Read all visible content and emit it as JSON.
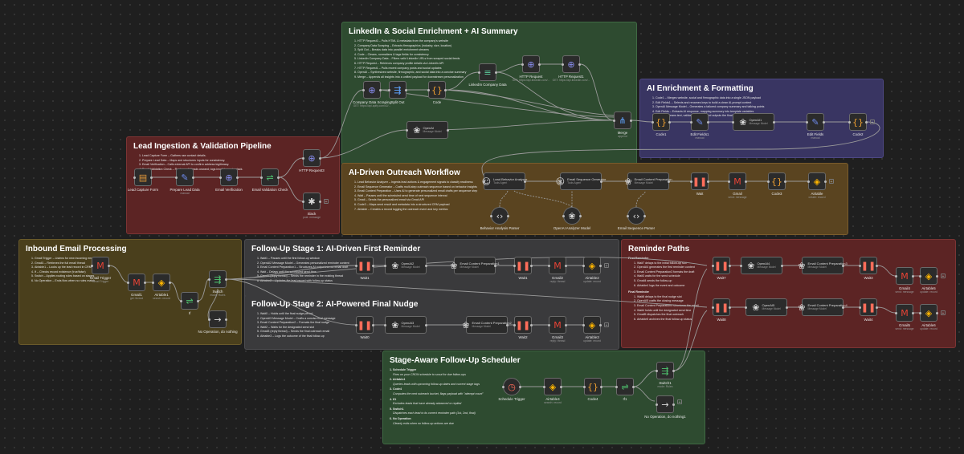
{
  "stickies": [
    {
      "id": "linkedin",
      "title": "LinkedIn & Social Enrichment + AI Summary",
      "items": [
        "HTTP Request3 – Pulls HTML & metadata from the company's website",
        "Company Data Scraping – Extracts firmographics (industry, size, location)",
        "Split Out – Breaks data into parallel enrichment streams",
        "Code – Cleans, normalizes & tags fields for consistency",
        "LinkedIn Company Data – Filters valid LinkedIn URLs from scraped social feeds",
        "HTTP Request – Retrieves company profile details via LinkedIn API",
        "HTTP Request1 – Pulls recent company posts and social updates",
        "OpenAI – Synthesizes website, firmographic, and social data into a concise summary",
        "Merge – Appends all insights into a unified payload for downstream personalization"
      ]
    },
    {
      "id": "ai_enrich",
      "title": "AI Enrichment & Formatting",
      "items": [
        "Code1 – Merges website, social and firmographic data into a single JSON payload",
        "Edit Fields1 – Selects and renames keys to build a clean AI-prompt context",
        "OpenAI Message Model – Generates a tailored company summary and talking points",
        "Edit Fields – Extracts AI response, mapping summary into template variables",
        "Code2 – Cleans text, validates schema and outputs the final enriched lead object"
      ]
    },
    {
      "id": "lead_ingest",
      "title": "Lead Ingestion & Validation Pipeline",
      "items": [
        "Lead Capture Form – Gathers raw contact details.",
        "Prepare Lead Data – Maps and structures inputs for consistency.",
        "Email Verification – Calls external API to confirm address legitimacy.",
        "Email Validation Check – Routes valid leads onward; logs invalid ones in slack."
      ]
    },
    {
      "id": "outreach",
      "title": "AI-Driven Outreach Workflow",
      "items": [
        "Lead Behavior Analyzer – Ingests lead actions & engagement signals to classify readiness",
        "Email Sequence Generator – Crafts multi-step outreach sequence based on behavior insights",
        "Email Content Preparation – Uses AI to generate personalized email drafts per sequence step",
        "Wait – Pauses until the scheduled send time of next sequence interval",
        "Gmail – Sends the personalized email via Gmail API",
        "Code3 – Maps send result and metadata into a structured CRM payload",
        "Airtable – Creates a record logging the outreach event and key metrics"
      ]
    },
    {
      "id": "inbound",
      "title": "Inbound Email Processing",
      "items": [
        "Gmail Trigger – Listens for new incoming emails",
        "Gmail1 – Retrieves the full email thread",
        "Airtable1 – Looks up the lead record in CRM",
        "If – Checks record existence (true/false)",
        "Switch – Applies routing rules based on stages",
        "No Operation – Ends flow when no rules match"
      ]
    },
    {
      "id": "followup1",
      "title": "Follow-Up Stage 1: AI-Driven First Reminder",
      "items": [
        "Wait1 – Pauses until the first follow-up window",
        "OpenAI2 Message Model – Generates personalized reminder content",
        "Email Content Preparation1 – Structures AI output into an email draft",
        "Wait – Delays until the scheduled send time",
        "Gmail2 (reply thread) – Sends the reminder in the existing thread",
        "Airtable2 – Updates the lead record with follow-up status"
      ]
    },
    {
      "id": "followup2",
      "title": "Follow-Up Stage 2: AI-Powered Final Nudge",
      "items": [
        "Wait0 – Holds until the final nudge period",
        "OpenAI3 Message Model – Crafts a concise final message",
        "Email Content Preparation2 – Formats the final nudge",
        "Wait2 – Waits for the designated send slot",
        "Gmail3 (reply thread) – Sends the final outreach email",
        "Airtable3 – Logs the outcome of the final follow-up"
      ]
    },
    {
      "id": "reminder",
      "title": "Reminder Paths",
      "sections": [
        {
          "label": "First Reminder",
          "items": [
            "Wait7 delays to the initial follow-up slot",
            "OpenAI4 generates the first reminder content",
            "Email Content Preparation3 formats the draft",
            "Wait3 waits for the send schedule",
            "Gmail4 sends the follow-up",
            "Airtable4 logs the event and outcome"
          ]
        },
        {
          "label": "Final Reminder",
          "items": [
            "Wait8 delays to the final nudge slot",
            "OpenAI5 crafts the closing message",
            "Email Content Preparation4 structures the email",
            "Wait4 holds until the designated send time",
            "Gmail5 dispatches the final outreach",
            "Airtable5 archives the final follow-up status"
          ]
        }
      ]
    },
    {
      "id": "scheduler",
      "title": "Stage-Aware Follow-Up Scheduler",
      "blocks": [
        [
          "1. Schedule Trigger",
          "Fires on your CRON schedule to scout for due follow-ups"
        ],
        [
          "2. Airtable4",
          "Queries leads with upcoming follow-up dates and current stage tags"
        ],
        [
          "3. Code4",
          "Computes the next outreach bucket, flags payload with \"attempt count\""
        ],
        [
          "4. If1",
          "Excludes leads that have already advanced or replied"
        ],
        [
          "5. Switch1",
          "Dispatches each lead to its correct reminder path (1st, 2nd, final)"
        ],
        [
          "6. No Operation",
          "Cleanly exits when no follow-up actions are due"
        ]
      ]
    }
  ],
  "nodes": [
    {
      "id": "lead_capture",
      "label": "Lead Capture Form",
      "sub": "",
      "icon": "form-icon",
      "glyph": "▤",
      "color": "#e59a3a"
    },
    {
      "id": "prepare_lead",
      "label": "Prepare Lead Data",
      "sub": "manual",
      "icon": "pencil-icon",
      "glyph": "✎",
      "color": "#6f8cf0"
    },
    {
      "id": "email_verif",
      "label": "Email Verification",
      "sub": "",
      "icon": "globe-icon",
      "glyph": "⊕",
      "color": "#8a8ef0"
    },
    {
      "id": "email_valid",
      "label": "Email Validation Check",
      "sub": "",
      "icon": "if-icon",
      "glyph": "⇌",
      "color": "#4fc36e"
    },
    {
      "id": "http3",
      "label": "HTTP Request3",
      "sub": "",
      "icon": "globe-icon",
      "glyph": "⊕",
      "color": "#8a8ef0"
    },
    {
      "id": "slack",
      "label": "Slack",
      "sub": "post: message",
      "icon": "slack-icon",
      "glyph": "✱",
      "color": "#d8d8d8"
    },
    {
      "id": "company_scrape",
      "label": "Company Data Scraping",
      "sub": "GET: https://api.apify.com/v2/...",
      "icon": "globe-icon",
      "glyph": "⊕",
      "color": "#8a8ef0"
    },
    {
      "id": "split_out",
      "label": "Split Out",
      "sub": "",
      "icon": "split-icon",
      "glyph": "⇶",
      "color": "#5fa5ff"
    },
    {
      "id": "code",
      "label": "Code",
      "sub": "",
      "icon": "code-icon",
      "glyph": "{}",
      "color": "#f0a030"
    },
    {
      "id": "linkedin_data",
      "label": "LinkedIn Company Data",
      "sub": "",
      "icon": "filter-icon",
      "glyph": "≡",
      "color": "#5fd0a0"
    },
    {
      "id": "http",
      "label": "HTTP Request",
      "sub": "GET: https://api.linkedin.com/...",
      "icon": "globe-icon",
      "glyph": "⊕",
      "color": "#8a8ef0"
    },
    {
      "id": "http1",
      "label": "HTTP Request1",
      "sub": "GET: https://api.linkedin.com/...",
      "icon": "globe-icon",
      "glyph": "⊕",
      "color": "#8a8ef0"
    },
    {
      "id": "openai",
      "label": "OpenAI",
      "sub": "Message Model",
      "icon": "openai-icon",
      "glyph": "❀",
      "color": "#dcdcdc"
    },
    {
      "id": "merge",
      "label": "Merge",
      "sub": "append",
      "icon": "merge-icon",
      "glyph": "⋔",
      "color": "#5fa5ff"
    },
    {
      "id": "code1",
      "label": "Code1",
      "sub": "",
      "icon": "code-icon",
      "glyph": "{}",
      "color": "#f0a030"
    },
    {
      "id": "edit_fields1",
      "label": "Edit Fields1",
      "sub": "manual",
      "icon": "pencil-icon",
      "glyph": "✎",
      "color": "#6f8cf0"
    },
    {
      "id": "openai1",
      "label": "OpenAI1",
      "sub": "Message Model",
      "icon": "openai-icon",
      "glyph": "❀",
      "color": "#dcdcdc"
    },
    {
      "id": "edit_fields",
      "label": "Edit Fields",
      "sub": "manual",
      "icon": "pencil-icon",
      "glyph": "✎",
      "color": "#6f8cf0"
    },
    {
      "id": "code2",
      "label": "Code2",
      "sub": "",
      "icon": "code-icon",
      "glyph": "{}",
      "color": "#f0a030"
    },
    {
      "id": "lead_behavior",
      "label": "Lead Behavior Analyzer",
      "sub": "Tools Agent",
      "icon": "robot-icon",
      "glyph": "☺",
      "color": "#dcdcdc"
    },
    {
      "id": "email_seq",
      "label": "Email Sequence Generator",
      "sub": "Tools Agent",
      "icon": "robot-icon",
      "glyph": "☺",
      "color": "#dcdcdc"
    },
    {
      "id": "email_prep",
      "label": "Email Content Preparation",
      "sub": "Message Model",
      "icon": "openai-icon",
      "glyph": "❀",
      "color": "#dcdcdc"
    },
    {
      "id": "wait",
      "label": "Wait",
      "sub": "",
      "icon": "pause-icon",
      "glyph": "❚❚",
      "color": "#ff6d5a"
    },
    {
      "id": "gmail",
      "label": "Gmail",
      "sub": "send: message",
      "icon": "gmail-icon",
      "glyph": "M",
      "color": "#ea4335"
    },
    {
      "id": "code3",
      "label": "Code3",
      "sub": "",
      "icon": "code-icon",
      "glyph": "{}",
      "color": "#f0a030"
    },
    {
      "id": "airtable",
      "label": "Airtable",
      "sub": "create: record",
      "icon": "airtable-icon",
      "glyph": "◈",
      "color": "#fcb400"
    },
    {
      "id": "behavior_parser",
      "label": "Behavior Analysis Parser",
      "sub": "",
      "icon": "parser-icon",
      "glyph": "‹›",
      "color": "#dcdcdc"
    },
    {
      "id": "openai_analyzer",
      "label": "OpenAI Analyzer Model",
      "sub": "",
      "icon": "openai-icon",
      "glyph": "❀",
      "color": "#dcdcdc"
    },
    {
      "id": "email_seq_parser",
      "label": "Email Sequence Parser",
      "sub": "",
      "icon": "parser-icon",
      "glyph": "‹›",
      "color": "#dcdcdc"
    },
    {
      "id": "gmail_trigger",
      "label": "Gmail Trigger",
      "sub": "Gmail Trigger",
      "icon": "gmail-icon",
      "glyph": "M",
      "color": "#ea4335"
    },
    {
      "id": "gmail1",
      "label": "Gmail1",
      "sub": "get: thread",
      "icon": "gmail-icon",
      "glyph": "M",
      "color": "#ea4335"
    },
    {
      "id": "airtable1",
      "label": "Airtable1",
      "sub": "search: record",
      "icon": "airtable-icon",
      "glyph": "◈",
      "color": "#fcb400"
    },
    {
      "id": "if",
      "label": "If",
      "sub": "",
      "icon": "if-icon",
      "glyph": "⇌",
      "color": "#4fc36e"
    },
    {
      "id": "switch",
      "label": "Switch",
      "sub": "mode: Rules",
      "icon": "switch-icon",
      "glyph": "⇶",
      "color": "#4fc36e"
    },
    {
      "id": "noop",
      "label": "No Operation, do nothing",
      "sub": "",
      "icon": "arrow-right-icon",
      "glyph": "→",
      "color": "#dcdcdc"
    },
    {
      "id": "wait1",
      "label": "Wait1",
      "sub": "",
      "icon": "pause-icon",
      "glyph": "❚❚",
      "color": "#ff6d5a"
    },
    {
      "id": "openai2",
      "label": "OpenAI2",
      "sub": "Message Model",
      "icon": "openai-icon",
      "glyph": "❀",
      "color": "#dcdcdc"
    },
    {
      "id": "email_prep1",
      "label": "Email Content Preparation1",
      "sub": "Message Model",
      "icon": "openai-icon",
      "glyph": "❀",
      "color": "#dcdcdc"
    },
    {
      "id": "wait_b",
      "label": "Wait1",
      "sub": "",
      "icon": "pause-icon",
      "glyph": "❚❚",
      "color": "#ff6d5a"
    },
    {
      "id": "gmail2",
      "label": "Gmail2",
      "sub": "reply: thread",
      "icon": "gmail-icon",
      "glyph": "M",
      "color": "#ea4335"
    },
    {
      "id": "airtable2",
      "label": "Airtable2",
      "sub": "update: record",
      "icon": "airtable-icon",
      "glyph": "◈",
      "color": "#fcb400"
    },
    {
      "id": "wait0",
      "label": "Wait0",
      "sub": "",
      "icon": "pause-icon",
      "glyph": "❚❚",
      "color": "#ff6d5a"
    },
    {
      "id": "openai3",
      "label": "OpenAI3",
      "sub": "Message Model",
      "icon": "openai-icon",
      "glyph": "❀",
      "color": "#dcdcdc"
    },
    {
      "id": "email_prep2",
      "label": "Email Content Preparation2",
      "sub": "Message Model",
      "icon": "openai-icon",
      "glyph": "❀",
      "color": "#dcdcdc"
    },
    {
      "id": "wait2",
      "label": "Wait2",
      "sub": "",
      "icon": "pause-icon",
      "glyph": "❚❚",
      "color": "#ff6d5a"
    },
    {
      "id": "gmail3",
      "label": "Gmail3",
      "sub": "reply: thread",
      "icon": "gmail-icon",
      "glyph": "M",
      "color": "#ea4335"
    },
    {
      "id": "airtable3",
      "label": "Airtable3",
      "sub": "update: record",
      "icon": "airtable-icon",
      "glyph": "◈",
      "color": "#fcb400"
    },
    {
      "id": "wait7",
      "label": "Wait7",
      "sub": "",
      "icon": "pause-icon",
      "glyph": "❚❚",
      "color": "#ff6d5a"
    },
    {
      "id": "openai4",
      "label": "OpenAI4",
      "sub": "Message Model",
      "icon": "openai-icon",
      "glyph": "❀",
      "color": "#dcdcdc"
    },
    {
      "id": "email_prep3",
      "label": "Email Content Preparation3",
      "sub": "Message Model",
      "icon": "openai-icon",
      "glyph": "❀",
      "color": "#dcdcdc"
    },
    {
      "id": "wait3",
      "label": "Wait3",
      "sub": "",
      "icon": "pause-icon",
      "glyph": "❚❚",
      "color": "#ff6d5a"
    },
    {
      "id": "gmail4",
      "label": "Gmail4",
      "sub": "send: message",
      "icon": "gmail-icon",
      "glyph": "M",
      "color": "#ea4335"
    },
    {
      "id": "airtable5a",
      "label": "Airtable5",
      "sub": "update: record",
      "icon": "airtable-icon",
      "glyph": "◈",
      "color": "#fcb400"
    },
    {
      "id": "wait8",
      "label": "Wait8",
      "sub": "",
      "icon": "pause-icon",
      "glyph": "❚❚",
      "color": "#ff6d5a"
    },
    {
      "id": "openai5",
      "label": "OpenAI5",
      "sub": "Message Model",
      "icon": "openai-icon",
      "glyph": "❀",
      "color": "#dcdcdc"
    },
    {
      "id": "email_prep4",
      "label": "Email Content Preparation4",
      "sub": "Message Model",
      "icon": "openai-icon",
      "glyph": "❀",
      "color": "#dcdcdc"
    },
    {
      "id": "wait4",
      "label": "Wait4",
      "sub": "",
      "icon": "pause-icon",
      "glyph": "❚❚",
      "color": "#ff6d5a"
    },
    {
      "id": "gmail5",
      "label": "Gmail5",
      "sub": "send: message",
      "icon": "gmail-icon",
      "glyph": "M",
      "color": "#ea4335"
    },
    {
      "id": "airtable6",
      "label": "Airtable6",
      "sub": "update: record",
      "icon": "airtable-icon",
      "glyph": "◈",
      "color": "#fcb400"
    },
    {
      "id": "schedule",
      "label": "Schedule Trigger",
      "sub": "",
      "icon": "clock-icon",
      "glyph": "◷",
      "color": "#ff6d5a"
    },
    {
      "id": "airtable4",
      "label": "Airtable4",
      "sub": "search: record",
      "icon": "airtable-icon",
      "glyph": "◈",
      "color": "#fcb400"
    },
    {
      "id": "code4",
      "label": "Code4",
      "sub": "",
      "icon": "code-icon",
      "glyph": "{}",
      "color": "#f0a030"
    },
    {
      "id": "if1",
      "label": "If1",
      "sub": "",
      "icon": "if-icon",
      "glyph": "⇌",
      "color": "#4fc36e"
    },
    {
      "id": "switch1",
      "label": "Switch1",
      "sub": "mode: Rules",
      "icon": "switch-icon",
      "glyph": "⇶",
      "color": "#4fc36e"
    },
    {
      "id": "noop1",
      "label": "No Operation, do nothing1",
      "sub": "",
      "icon": "arrow-right-icon",
      "glyph": "→",
      "color": "#dcdcdc"
    }
  ]
}
